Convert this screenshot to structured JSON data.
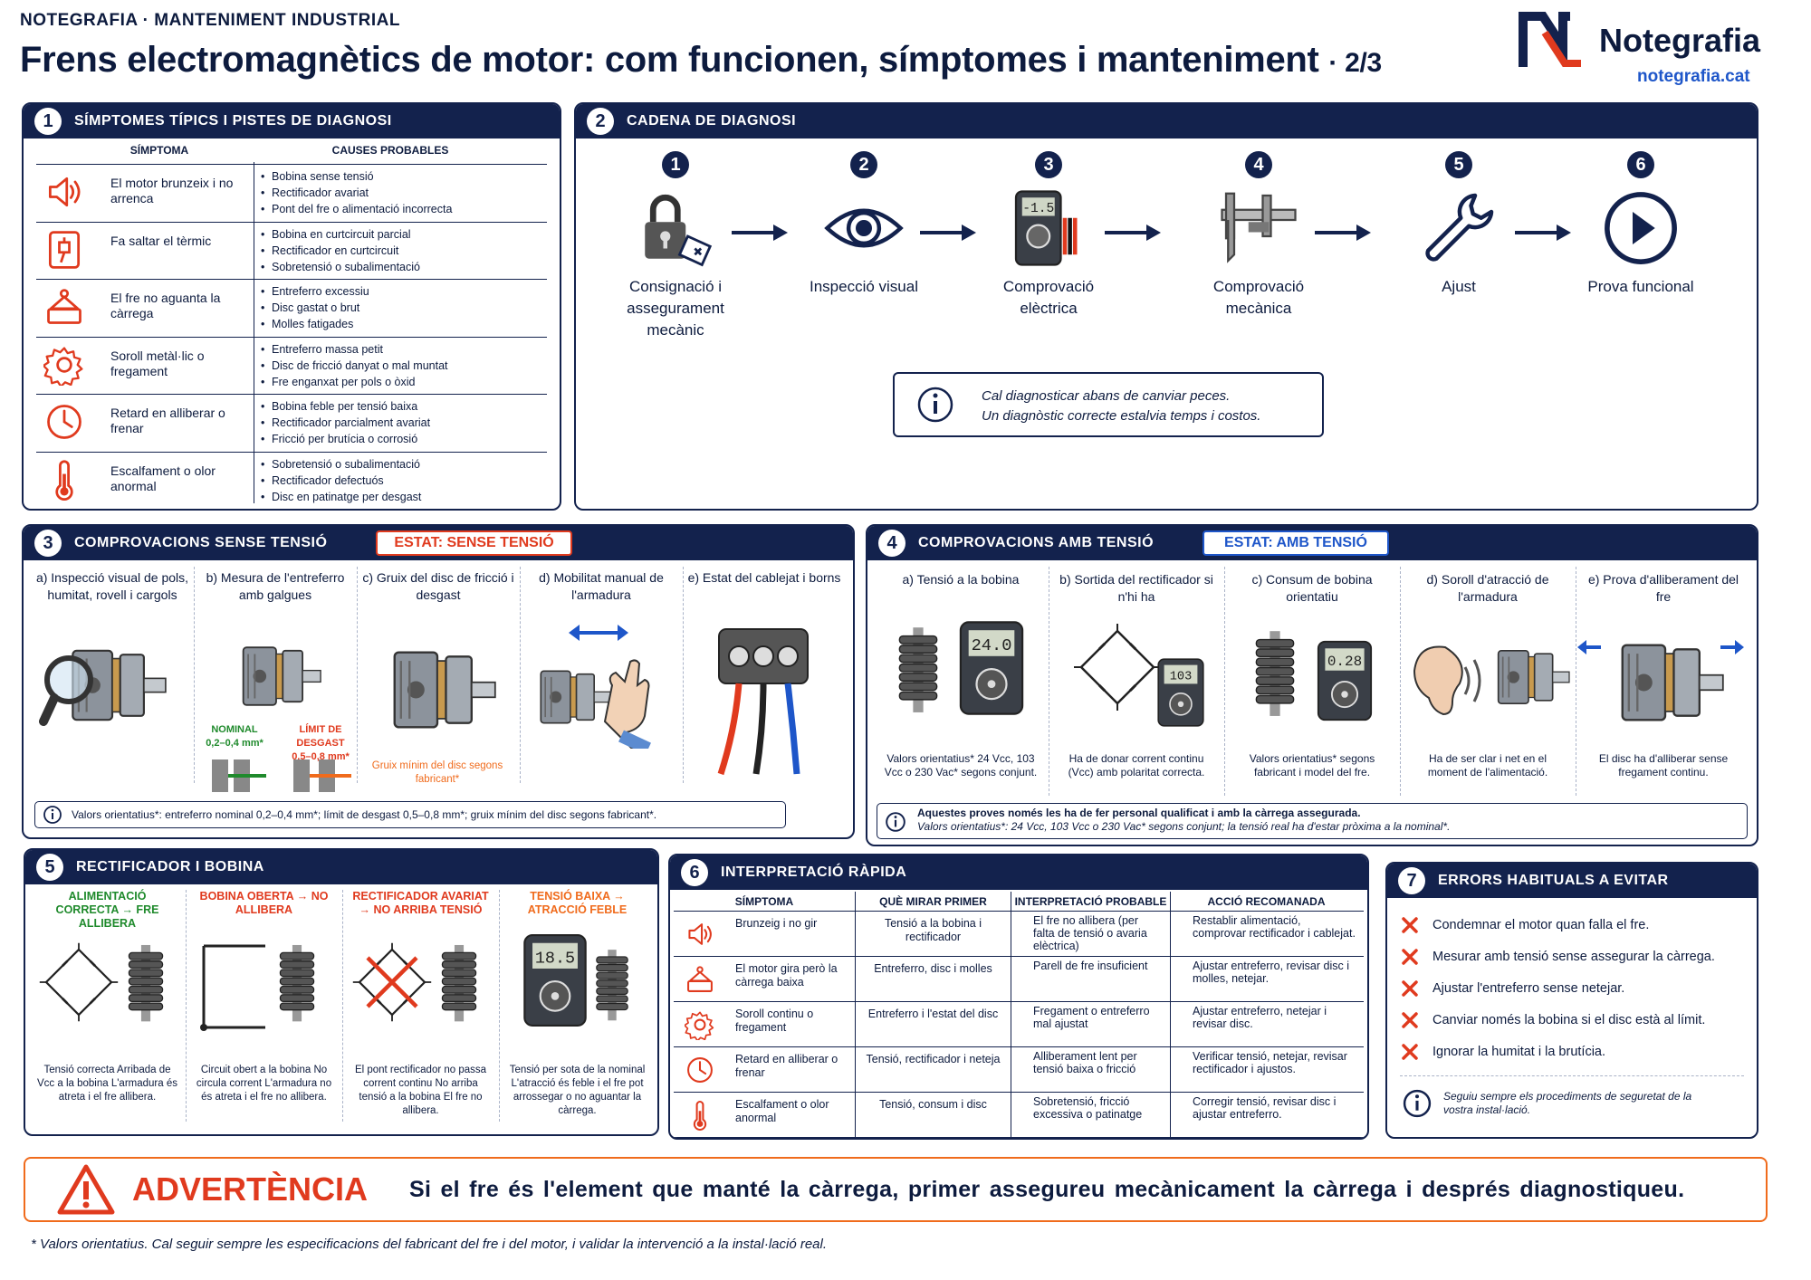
{
  "header": {
    "brand_line": "NOTEGRAFIA · MANTENIMENT INDUSTRIAL",
    "title": "Frens electromagnètics de motor: com funcionen, símptomes i manteniment",
    "page_indicator": "· 2/3",
    "logo_name": "Notegrafia",
    "logo_url": "notegrafia.cat"
  },
  "s1": {
    "num": "1",
    "title": "SÍMPTOMES TÍPICS I PISTES DE DIAGNOSI",
    "col_symptom": "SÍMPTOMA",
    "col_causes": "CAUSES PROBABLES",
    "rows": [
      {
        "icon": "speaker-icon",
        "symptom": "El motor brunzeix i no arrenca",
        "causes": [
          "Bobina sense tensió",
          "Rectificador avariat",
          "Pont del fre o alimentació incorrecta"
        ]
      },
      {
        "icon": "fuse-icon",
        "symptom": "Fa saltar el tèrmic",
        "causes": [
          "Bobina en curtcircuit parcial",
          "Rectificador en curtcircuit",
          "Sobretensió o subalimentació"
        ]
      },
      {
        "icon": "load-weight-icon",
        "symptom": "El fre no aguanta la càrrega",
        "causes": [
          "Entreferro excessiu",
          "Disc gastat o brut",
          "Molles fatigades"
        ]
      },
      {
        "icon": "gear-icon",
        "symptom": "Soroll metàl·lic o fregament",
        "causes": [
          "Entreferro massa petit",
          "Disc de fricció danyat o mal muntat",
          "Fre enganxat per pols o òxid"
        ]
      },
      {
        "icon": "clock-icon",
        "symptom": "Retard en alliberar o frenar",
        "causes": [
          "Bobina feble per tensió baixa",
          "Rectificador parcialment avariat",
          "Fricció per brutícia o corrosió"
        ]
      },
      {
        "icon": "thermometer-icon",
        "symptom": "Escalfament o olor anormal",
        "causes": [
          "Sobretensió o subalimentació",
          "Rectificador defectuós",
          "Disc en patinatge per desgast"
        ]
      }
    ]
  },
  "s2": {
    "num": "2",
    "title": "CADENA DE DIAGNOSI",
    "steps": [
      {
        "n": "1",
        "label": "Consignació i assegurament mecànic",
        "icon": "padlock-tag-icon"
      },
      {
        "n": "2",
        "label": "Inspecció visual",
        "icon": "eye-icon"
      },
      {
        "n": "3",
        "label": "Comprovació elèctrica",
        "icon": "multimeter-icon"
      },
      {
        "n": "4",
        "label": "Comprovació mecànica",
        "icon": "caliper-icon"
      },
      {
        "n": "5",
        "label": "Ajust",
        "icon": "wrench-icon"
      },
      {
        "n": "6",
        "label": "Prova funcional",
        "icon": "play-icon"
      }
    ],
    "multimeter_reading": "-1.5",
    "note_line1": "Cal diagnosticar abans de canviar peces.",
    "note_line2": "Un diagnòstic correcte estalvia temps i costos."
  },
  "s3": {
    "num": "3",
    "title": "COMPROVACIONS SENSE TENSIÓ",
    "state": "ESTAT: SENSE TENSIÓ",
    "items": [
      {
        "label": "a) Inspecció visual de pols, humitat, rovell i cargols"
      },
      {
        "label": "b) Mesura de l'entreferro amb galgues"
      },
      {
        "label": "c) Gruix del disc de fricció i desgast"
      },
      {
        "label": "d) Mobilitat manual de l'armadura"
      },
      {
        "label": "e) Estat del cablejat i borns"
      }
    ],
    "nominal_label": "NOMINAL",
    "nominal_value": "0,2–0,4 mm*",
    "limit_label": "LÍMIT DE DESGAST",
    "limit_value": "0,5–0,8 mm*",
    "disc_note": "Gruix mínim del disc segons fabricant*",
    "footer_note": "Valors orientatius*: entreferro nominal 0,2–0,4 mm*; límit de desgast 0,5–0,8 mm*; gruix mínim del disc segons fabricant*."
  },
  "s4": {
    "num": "4",
    "title": "COMPROVACIONS AMB TENSIÓ",
    "state": "ESTAT: AMB TENSIÓ",
    "items": [
      {
        "label": "a) Tensió a la bobina",
        "reading": "24.0",
        "caption": "Valors orientatius* 24 Vcc, 103 Vcc o 230 Vac* segons conjunt."
      },
      {
        "label": "b) Sortida del rectificador si n'hi ha",
        "reading": "103",
        "caption": "Ha de donar corrent continu (Vcc) amb polaritat correcta."
      },
      {
        "label": "c) Consum de bobina orientatiu",
        "reading": "0.28",
        "caption": "Valors orientatius* segons fabricant i model del fre."
      },
      {
        "label": "d) Soroll d'atracció de l'armadura",
        "caption": "Ha de ser clar i net en el moment de l'alimentació."
      },
      {
        "label": "e) Prova d'alliberament del fre",
        "caption": "El disc ha d'alliberar sense fregament continu."
      }
    ],
    "note_bold": "Aquestes proves només les ha de fer personal qualificat i amb la càrrega assegurada.",
    "note_line2": "Valors orientatius*: 24 Vcc, 103 Vcc o 230 Vac* segons conjunt; la tensió real ha d'estar pròxima a la nominal*."
  },
  "s5": {
    "num": "5",
    "title": "RECTIFICADOR I BOBINA",
    "cases": [
      {
        "head": "ALIMENTACIÓ CORRECTA → FRE ALLIBERA",
        "color": "#1f8a2c",
        "caption": "Tensió correcta Arribada de Vcc a la bobina L'armadura és atreta i el fre allibera."
      },
      {
        "head": "BOBINA OBERTA → NO ALLIBERA",
        "color": "#e03a1e",
        "caption": "Circuit obert a la bobina No circula corrent L'armadura no és atreta i el fre no allibera."
      },
      {
        "head": "RECTIFICADOR AVARIAT → NO ARRIBA TENSIÓ",
        "color": "#e03a1e",
        "caption": "El pont rectificador no passa corrent continu No arriba tensió a la bobina El fre no allibera."
      },
      {
        "head": "TENSIÓ BAIXA → ATRACCIÓ FEBLE",
        "color": "#f06b1c",
        "caption": "Tensió per sota de la nominal L'atracció és feble i el fre pot arrossegar o no aguantar la càrrega.",
        "reading": "18.5"
      }
    ]
  },
  "s6": {
    "num": "6",
    "title": "INTERPRETACIÓ RÀPIDA",
    "headers": [
      "SÍMPTOMA",
      "QUÈ MIRAR PRIMER",
      "INTERPRETACIÓ PROBABLE",
      "ACCIÓ RECOMANADA"
    ],
    "rows": [
      {
        "icon": "speaker-icon",
        "c1": "Brunzeig i no gir",
        "c2": "Tensió a la bobina i rectificador",
        "c3": "El fre no allibera (per falta de tensió o avaria elèctrica)",
        "c4": "Restablir alimentació, comprovar rectificador i cablejat."
      },
      {
        "icon": "load-weight-icon",
        "c1": "El motor gira però la càrrega baixa",
        "c2": "Entreferro, disc i molles",
        "c3": "Parell de fre insuficient",
        "c4": "Ajustar entreferro, revisar disc i molles, netejar."
      },
      {
        "icon": "gear-icon",
        "c1": "Soroll continu o fregament",
        "c2": "Entreferro i l'estat del disc",
        "c3": "Fregament o entreferro mal ajustat",
        "c4": "Ajustar entreferro, netejar i revisar disc."
      },
      {
        "icon": "clock-icon",
        "c1": "Retard en alliberar o frenar",
        "c2": "Tensió, rectificador i neteja",
        "c3": "Alliberament lent per tensió baixa o fricció",
        "c4": "Verificar tensió, netejar, revisar rectificador i ajustos."
      },
      {
        "icon": "thermometer-icon",
        "c1": "Escalfament o olor anormal",
        "c2": "Tensió, consum i disc",
        "c3": "Sobretensió, fricció excessiva o patinatge",
        "c4": "Corregir tensió, revisar disc i ajustar entreferro."
      }
    ]
  },
  "s7": {
    "num": "7",
    "title": "ERRORS HABITUALS A EVITAR",
    "items": [
      "Condemnar el motor quan falla el fre.",
      "Mesurar amb tensió sense assegurar la càrrega.",
      "Ajustar l'entreferro sense netejar.",
      "Canviar només la bobina si el disc està al límit.",
      "Ignorar la humitat i la brutícia."
    ],
    "note": "Seguiu sempre els procediments de seguretat de la vostra instal·lació."
  },
  "warning": {
    "label": "ADVERTÈNCIA",
    "text": "Si el fre és l'element que manté la càrrega, primer assegureu mecànicament la càrrega i després diagnostiqueu."
  },
  "footnote": "* Valors orientatius. Cal seguir sempre les especificacions del fabricant del fre i del motor, i validar la intervenció a la instal·lació real.",
  "colors": {
    "navy": "#13224d",
    "red": "#e03a1e",
    "orange": "#f06b1c",
    "green": "#1f8a2c",
    "blue": "#1e56c9"
  }
}
